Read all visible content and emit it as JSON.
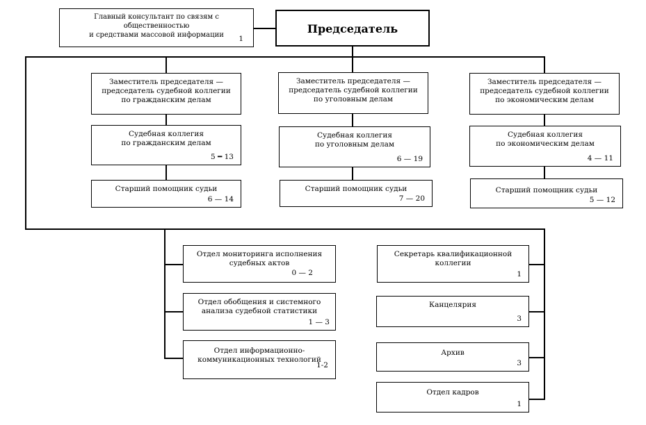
{
  "chairman": {
    "label": "Председатель"
  },
  "consultant": {
    "label": "Главный консультант по связям с общественностью\nи средствами массовой информации",
    "count": "1"
  },
  "divisions": [
    {
      "deputy": "Заместитель председателя —\nпредседатель судебной коллегии\nпо гражданским делам",
      "collegium": {
        "label": "Судебная коллегия\nпо гражданским делам",
        "count": "5  ━  13"
      },
      "assistant": {
        "label": "Старший помощник судьи",
        "count": "6  —  14"
      }
    },
    {
      "deputy": "Заместитель председателя —\nпредседатель судебной коллегии\nпо уголовным делам",
      "collegium": {
        "label": "Судебная коллегия\nпо уголовным делам",
        "count": "6  —  19"
      },
      "assistant": {
        "label": "Старший помощник судьи",
        "count": "7  —  20"
      }
    },
    {
      "deputy": "Заместитель председателя —\nпредседатель судебной коллегии\nпо экономическим делам",
      "collegium": {
        "label": "Судебная коллегия\nпо экономическим делам",
        "count": "4  —  11"
      },
      "assistant": {
        "label": "Старший помощник судьи",
        "count": "5  —  12"
      }
    }
  ],
  "departments_left": [
    {
      "label": "Отдел мониторинга исполнения\nсудебных актов",
      "count": "0  —  2"
    },
    {
      "label": "Отдел обобщения и системного\nанализа судебной статистики",
      "count": "1  —  3"
    },
    {
      "label": "Отдел информационно-\nкоммуникационных технологий",
      "count": "1-2"
    }
  ],
  "departments_right": [
    {
      "label": "Секретарь квалификационной\nколлегии",
      "count": "1"
    },
    {
      "label": "Канцелярия",
      "count": "3"
    },
    {
      "label": "Архив",
      "count": "3"
    },
    {
      "label": "Отдел кадров",
      "count": "1"
    }
  ]
}
